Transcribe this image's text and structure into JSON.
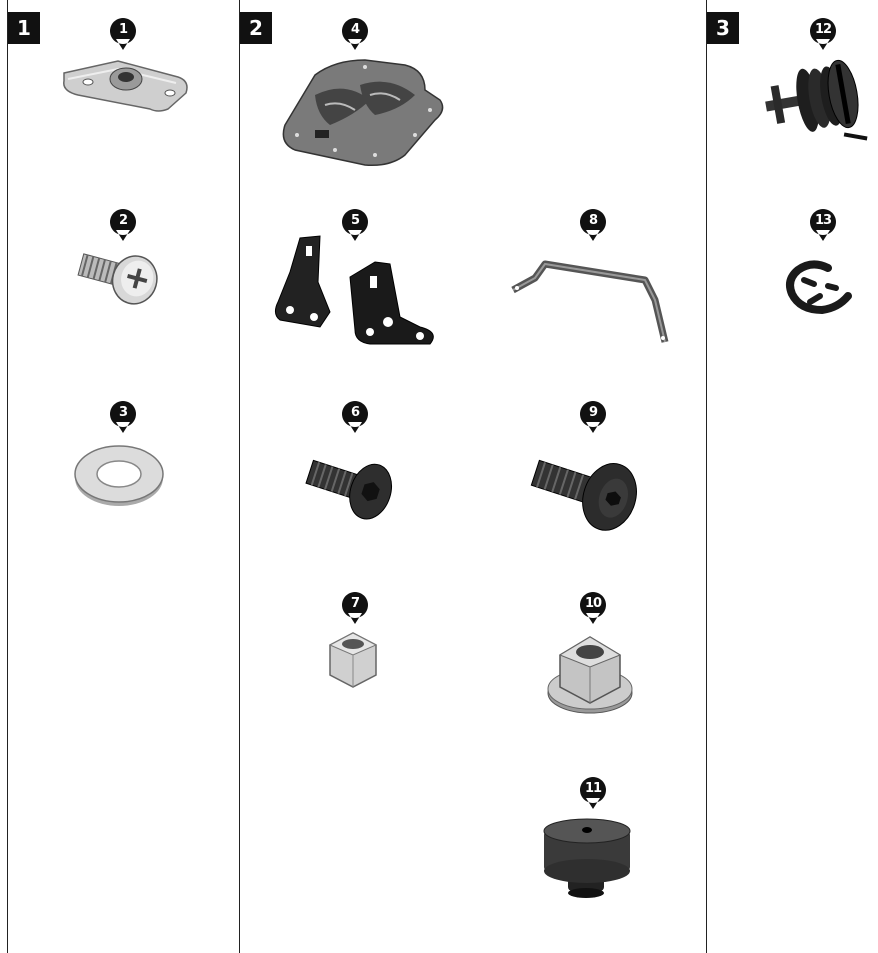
{
  "sections": [
    {
      "label": "1"
    },
    {
      "label": "2"
    },
    {
      "label": "3"
    }
  ],
  "parts": [
    {
      "number": "1",
      "icon": "mounting-plate-icon"
    },
    {
      "number": "2",
      "icon": "phillips-screw-icon"
    },
    {
      "number": "3",
      "icon": "flat-washer-icon"
    },
    {
      "number": "4",
      "icon": "top-case-base-plate-icon"
    },
    {
      "number": "5",
      "icon": "mounting-brackets-icon"
    },
    {
      "number": "6",
      "icon": "countersunk-allen-bolt-icon"
    },
    {
      "number": "7",
      "icon": "lock-nut-icon"
    },
    {
      "number": "8",
      "icon": "bent-strap-bracket-icon"
    },
    {
      "number": "9",
      "icon": "button-head-allen-bolt-icon"
    },
    {
      "number": "10",
      "icon": "flange-nut-icon"
    },
    {
      "number": "11",
      "icon": "rubber-pad-icon"
    },
    {
      "number": "12",
      "icon": "quarter-turn-fastener-icon"
    },
    {
      "number": "13",
      "icon": "e-clip-icon"
    }
  ]
}
